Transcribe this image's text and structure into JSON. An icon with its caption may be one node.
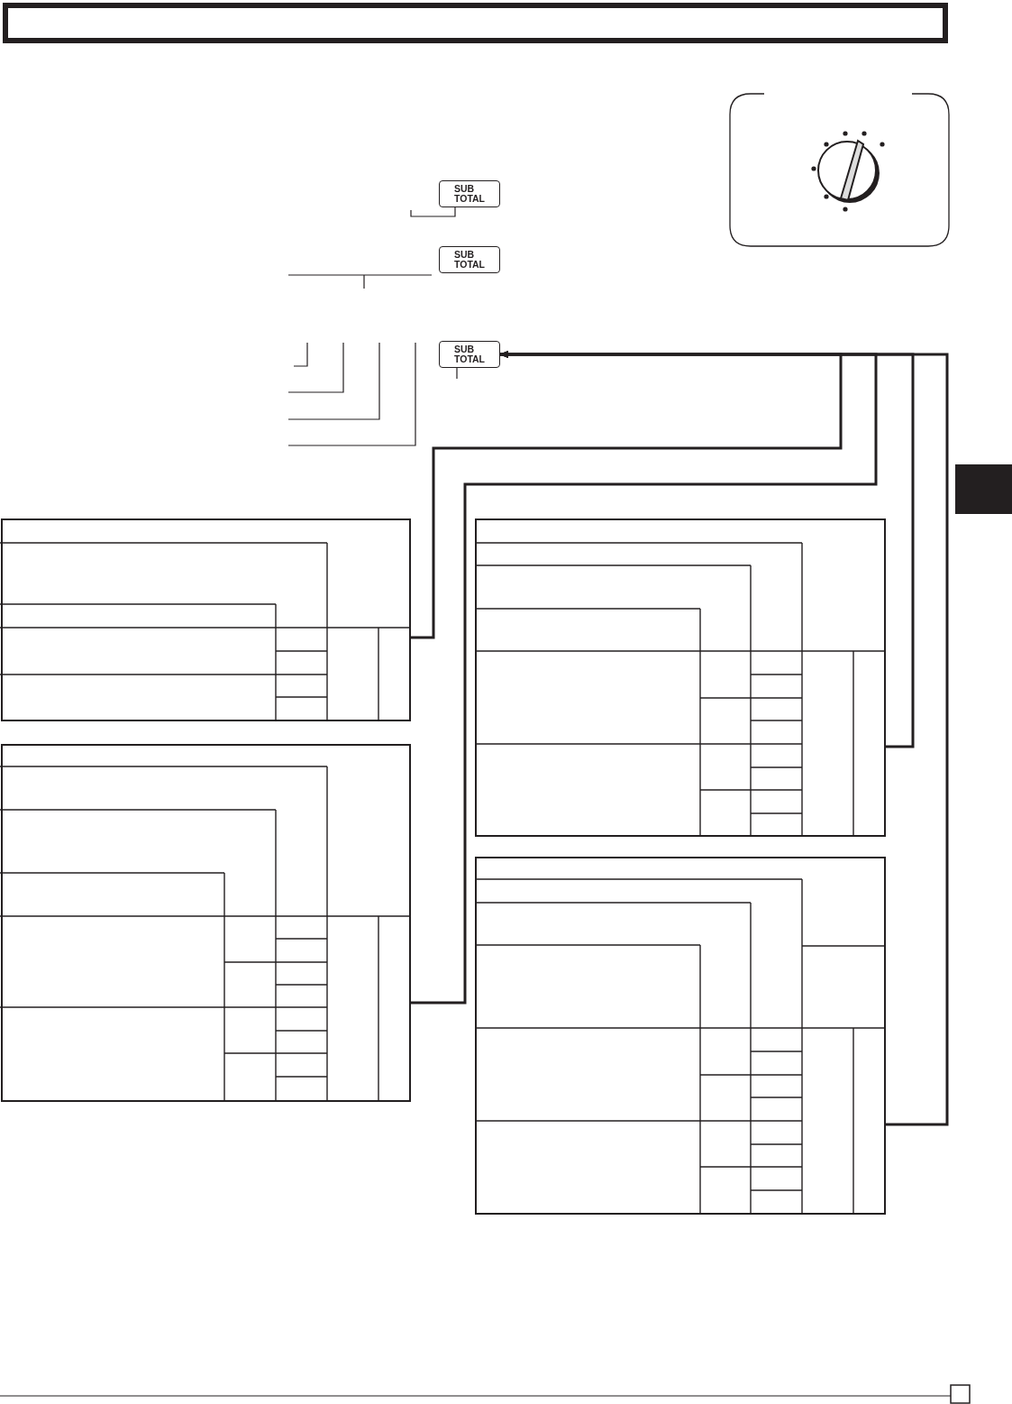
{
  "diagram": {
    "nodes": [
      {
        "text": [
          "SUB TOTAL"
        ]
      },
      {
        "text": [
          "SUB TOTAL"
        ]
      },
      {
        "text": [
          "SUB TOTAL"
        ]
      },
      {
        "text": [],
        "shape": "box"
      },
      {
        "text": [],
        "shape": "box"
      },
      {
        "text": [],
        "shape": "box"
      },
      {
        "text": [],
        "shape": "box"
      }
    ],
    "edges": [
      {
        "from": 3,
        "to": 2,
        "arrow": "to"
      },
      {
        "from": 4,
        "to": 2,
        "arrow": "to"
      },
      {
        "from": 5,
        "to": 2,
        "arrow": "to"
      },
      {
        "from": 6,
        "to": 2,
        "arrow": "to"
      }
    ]
  }
}
